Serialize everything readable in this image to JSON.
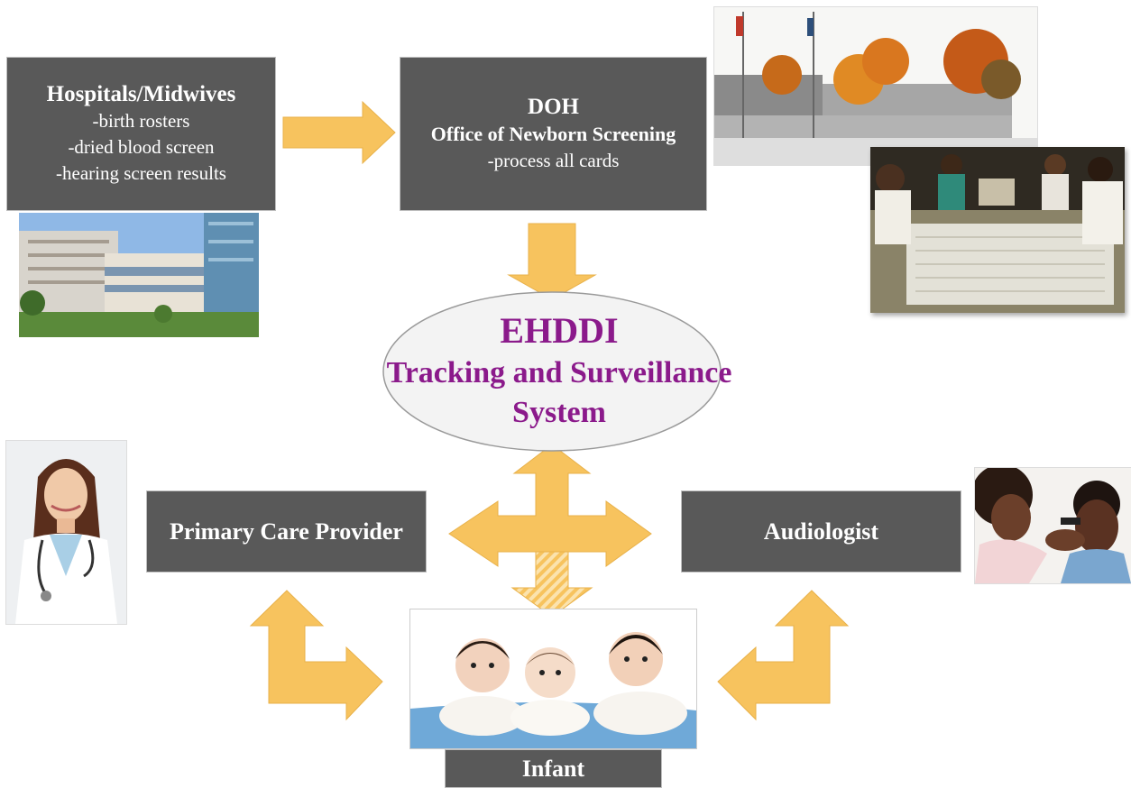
{
  "hospitals": {
    "title": "Hospitals/Midwives",
    "items": [
      "-birth rosters",
      "-dried blood screen",
      "-hearing screen results"
    ]
  },
  "doh": {
    "title": "DOH",
    "subtitle": "Office of Newborn Screening",
    "items": [
      "-process all cards"
    ]
  },
  "hub": {
    "line1": "EHDDI",
    "line2": "Tracking and Surveillance",
    "line3": "System"
  },
  "pcp": {
    "title": "Primary Care Provider"
  },
  "audiologist": {
    "title": "Audiologist"
  },
  "infant": {
    "title": "Infant"
  },
  "colors": {
    "box": "#595959",
    "arrow": "#f7c35e",
    "hub_text": "#8b1a8b"
  },
  "images": [
    "hospital-building-photo",
    "doh-building-photo",
    "lab-workers-photo",
    "doctor-photo",
    "audiologist-child-photo",
    "infants-photo"
  ]
}
